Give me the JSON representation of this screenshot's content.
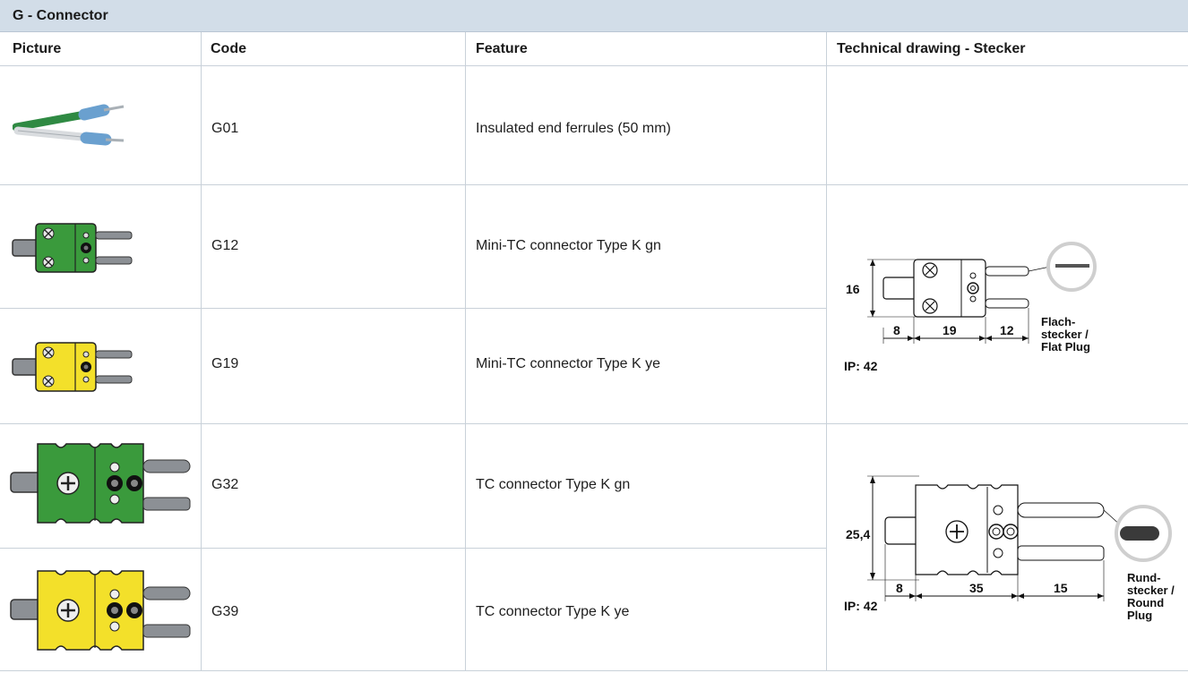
{
  "title": "G - Connector",
  "headers": {
    "picture": "Picture",
    "code": "Code",
    "feature": "Feature",
    "drawing": "Technical drawing - Stecker"
  },
  "rows": [
    {
      "code": "G01",
      "feature": "Insulated end ferrules (50 mm)"
    },
    {
      "code": "G12",
      "feature": "Mini-TC connector Type K gn"
    },
    {
      "code": "G19",
      "feature": "Mini-TC connector Type K ye"
    },
    {
      "code": "G32",
      "feature": "TC connector Type K gn"
    },
    {
      "code": "G39",
      "feature": "TC connector Type K ye"
    }
  ],
  "drawings": {
    "mini": {
      "height": "16",
      "dim_left": "8",
      "dim_body": "19",
      "dim_pin": "12",
      "plug_line1": "Flach-",
      "plug_line2": "stecker /",
      "plug_line3": "Flat Plug",
      "ip": "IP: 42"
    },
    "standard": {
      "height": "25,4",
      "dim_left": "8",
      "dim_body": "35",
      "dim_pin": "15",
      "plug_line1": "Rund-",
      "plug_line2": "stecker /",
      "plug_line3": "Round",
      "plug_line4": "Plug",
      "ip": "IP: 42"
    }
  },
  "colors": {
    "header_bg": "#d2dde8",
    "green": "#3a9a3c",
    "yellow": "#f3e02a",
    "ferrule_blue": "#6aa0cf"
  }
}
